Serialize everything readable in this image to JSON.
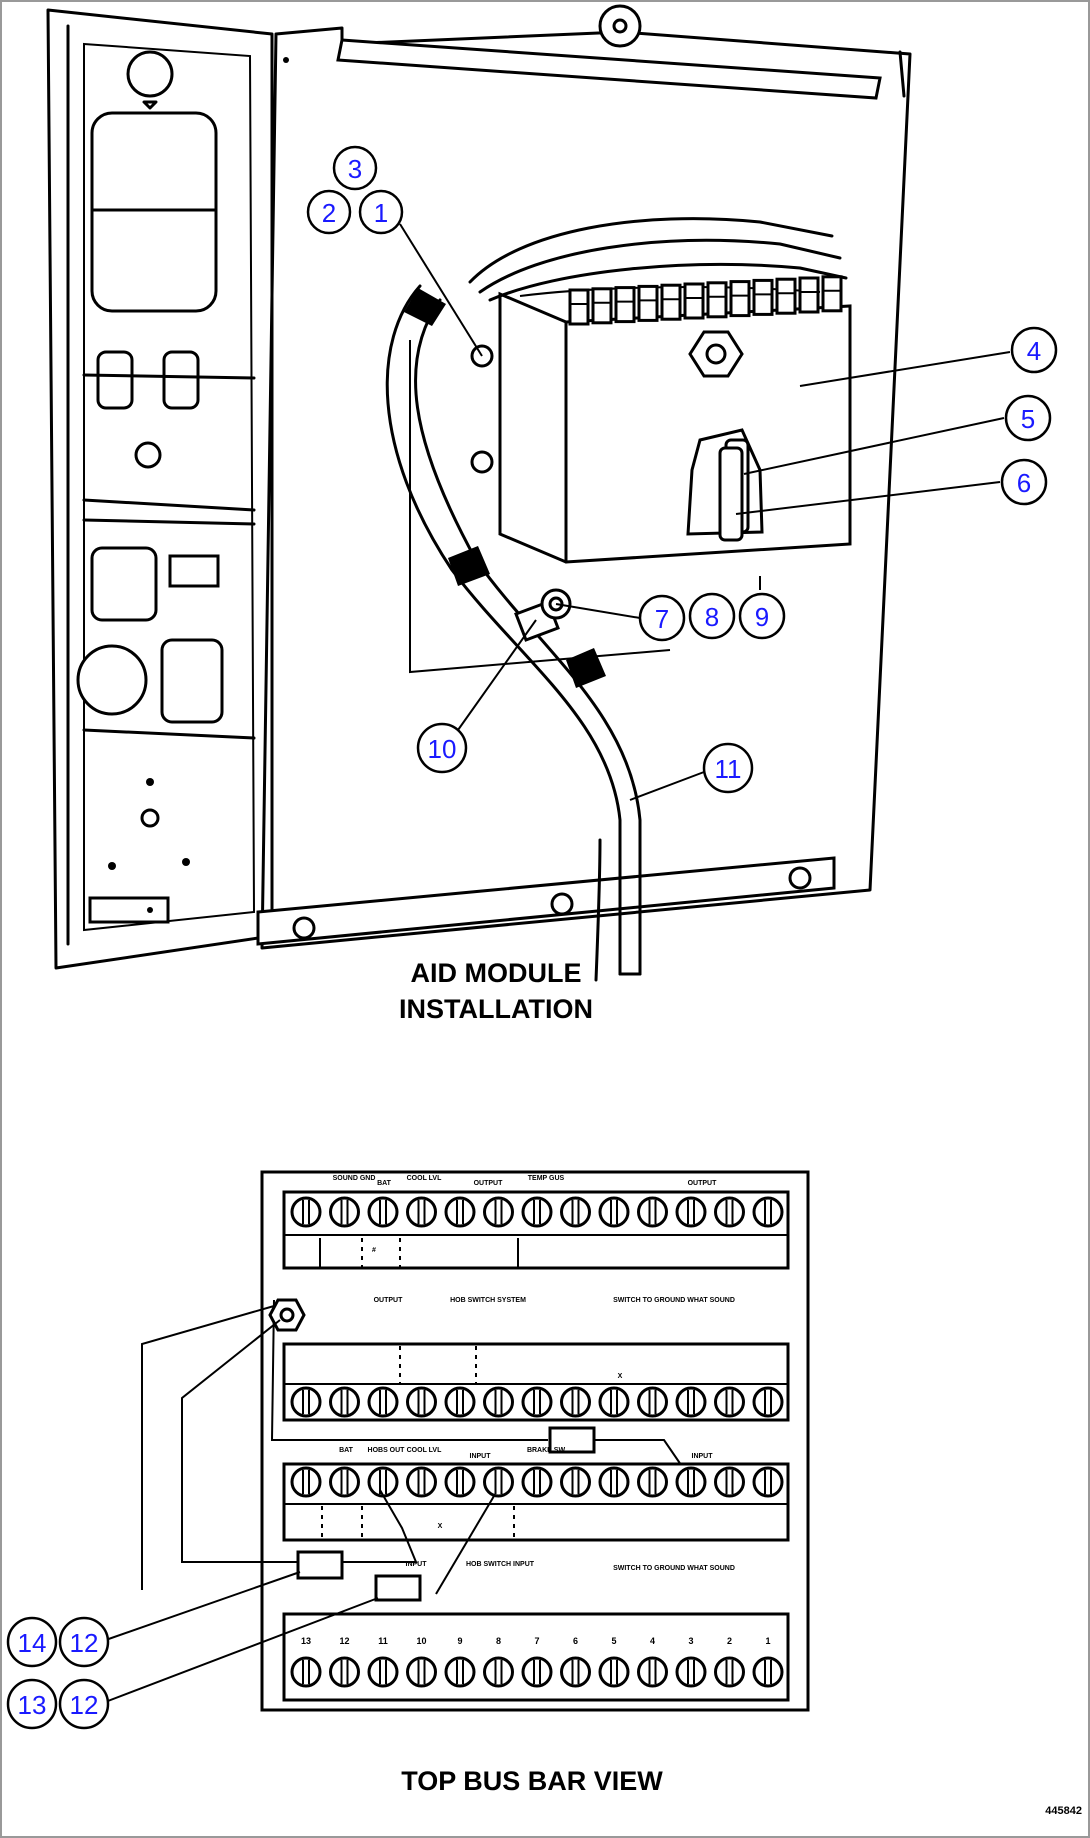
{
  "diagram": {
    "top_title_line1": "AID MODULE",
    "top_title_line2": "INSTALLATION",
    "bottom_title": "TOP BUS BAR VIEW",
    "figure_id": "445842"
  },
  "callouts": [
    {
      "id": "c1",
      "label": "1"
    },
    {
      "id": "c2",
      "label": "2"
    },
    {
      "id": "c3",
      "label": "3"
    },
    {
      "id": "c4",
      "label": "4"
    },
    {
      "id": "c5",
      "label": "5"
    },
    {
      "id": "c6",
      "label": "6"
    },
    {
      "id": "c7",
      "label": "7"
    },
    {
      "id": "c8",
      "label": "8"
    },
    {
      "id": "c9",
      "label": "9"
    },
    {
      "id": "c10",
      "label": "10"
    },
    {
      "id": "c11",
      "label": "11"
    },
    {
      "id": "c14",
      "label": "14"
    },
    {
      "id": "c12a",
      "label": "12"
    },
    {
      "id": "c13",
      "label": "13"
    },
    {
      "id": "c12b",
      "label": "12"
    }
  ],
  "bus_bar": {
    "row1_labels": [
      "SOUND GND",
      "BAT",
      "COOL LVL",
      "OUTPUT",
      "TEMP GUS",
      "OUTPUT"
    ],
    "row2_labels": [
      "OUTPUT",
      "HOB SWITCH SYSTEM",
      "SWITCH TO GROUND WHAT SOUND"
    ],
    "row3_labels": [
      "BAT",
      "HOBS OUT",
      "COOL LVL",
      "INPUT",
      "BRAKE SW",
      "INPUT"
    ],
    "row4_labels": [
      "INPUT",
      "HOB SWITCH INPUT",
      "SWITCH TO GROUND WHAT SOUND"
    ],
    "bottom_terminals": [
      "13",
      "12",
      "11",
      "10",
      "9",
      "8",
      "7",
      "6",
      "5",
      "4",
      "3",
      "2",
      "1"
    ],
    "mid_mark_1": "X",
    "mid_mark_2": "X",
    "hash_mark": "#"
  }
}
